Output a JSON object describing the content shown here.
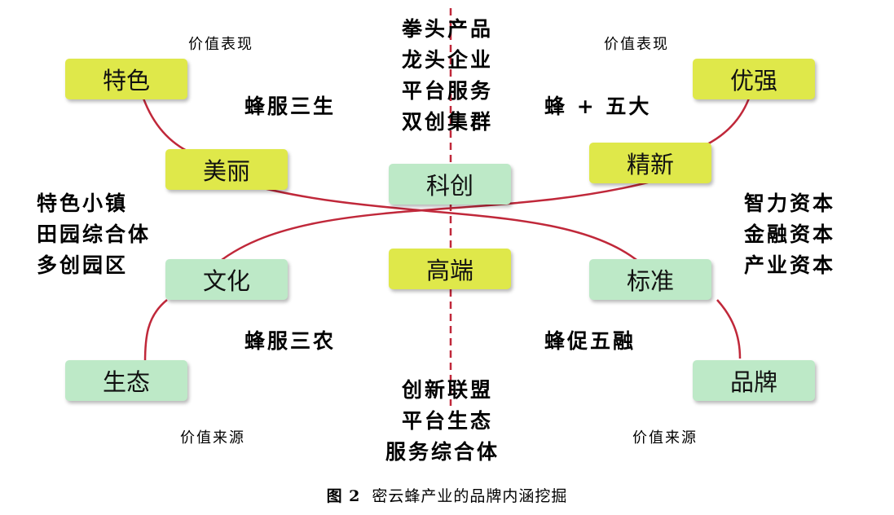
{
  "boxes": {
    "tese": "特色",
    "youqiang": "优强",
    "meili": "美丽",
    "jingxin": "精新",
    "kechuang": "科创",
    "gaoduan": "高端",
    "wenhua": "文化",
    "biaozhun": "标准",
    "shengtai": "生态",
    "pinpai": "品牌"
  },
  "labels": {
    "value_top_left": "价值表现",
    "value_top_right": "价值表现",
    "value_bottom_left": "价值来源",
    "value_bottom_right": "价值来源",
    "feng_fu_san_sheng": "蜂服三生",
    "feng_wu_da": "蜂 + 五大",
    "feng_fu_san_nong": "蜂服三农",
    "feng_cu_wu_rong": "蜂促五融"
  },
  "lists": {
    "top_center": [
      "拳头产品",
      "龙头企业",
      "平台服务",
      "双创集群"
    ],
    "left_middle": [
      "特色小镇",
      "田园综合体",
      "多创园区"
    ],
    "right_middle": [
      "智力资本",
      "金融资本",
      "产业资本"
    ],
    "bottom_center": [
      "创新联盟",
      "平台生态",
      "服务综合体"
    ]
  },
  "colors": {
    "curve": "#c0283a",
    "yellow_box": "#dfe84a",
    "green_box": "#bde9c7"
  },
  "caption": {
    "number": "图 2",
    "text": "密云蜂产业的品牌内涵挖掘"
  }
}
